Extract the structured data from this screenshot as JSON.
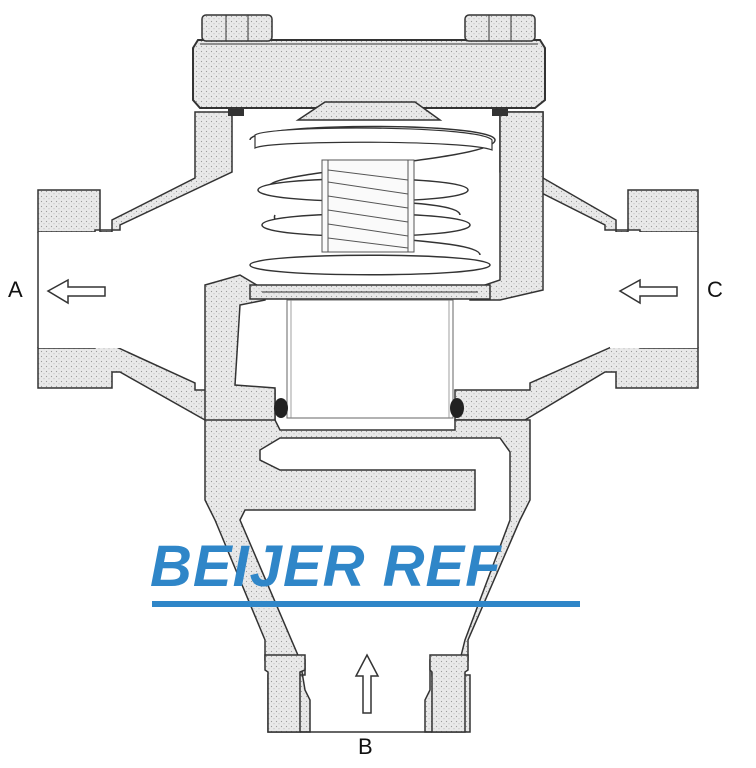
{
  "ports": {
    "a": "A",
    "b": "B",
    "c": "C"
  },
  "watermark": {
    "text": "BEIJER REF",
    "color": "#2f86c8"
  },
  "colors": {
    "body_fill": "#e6e6e6",
    "outline": "#333333",
    "spring": "#ffffff",
    "seal": "#222222"
  },
  "icons": [
    "arrow-left-icon",
    "arrow-left-icon",
    "arrow-up-icon"
  ]
}
